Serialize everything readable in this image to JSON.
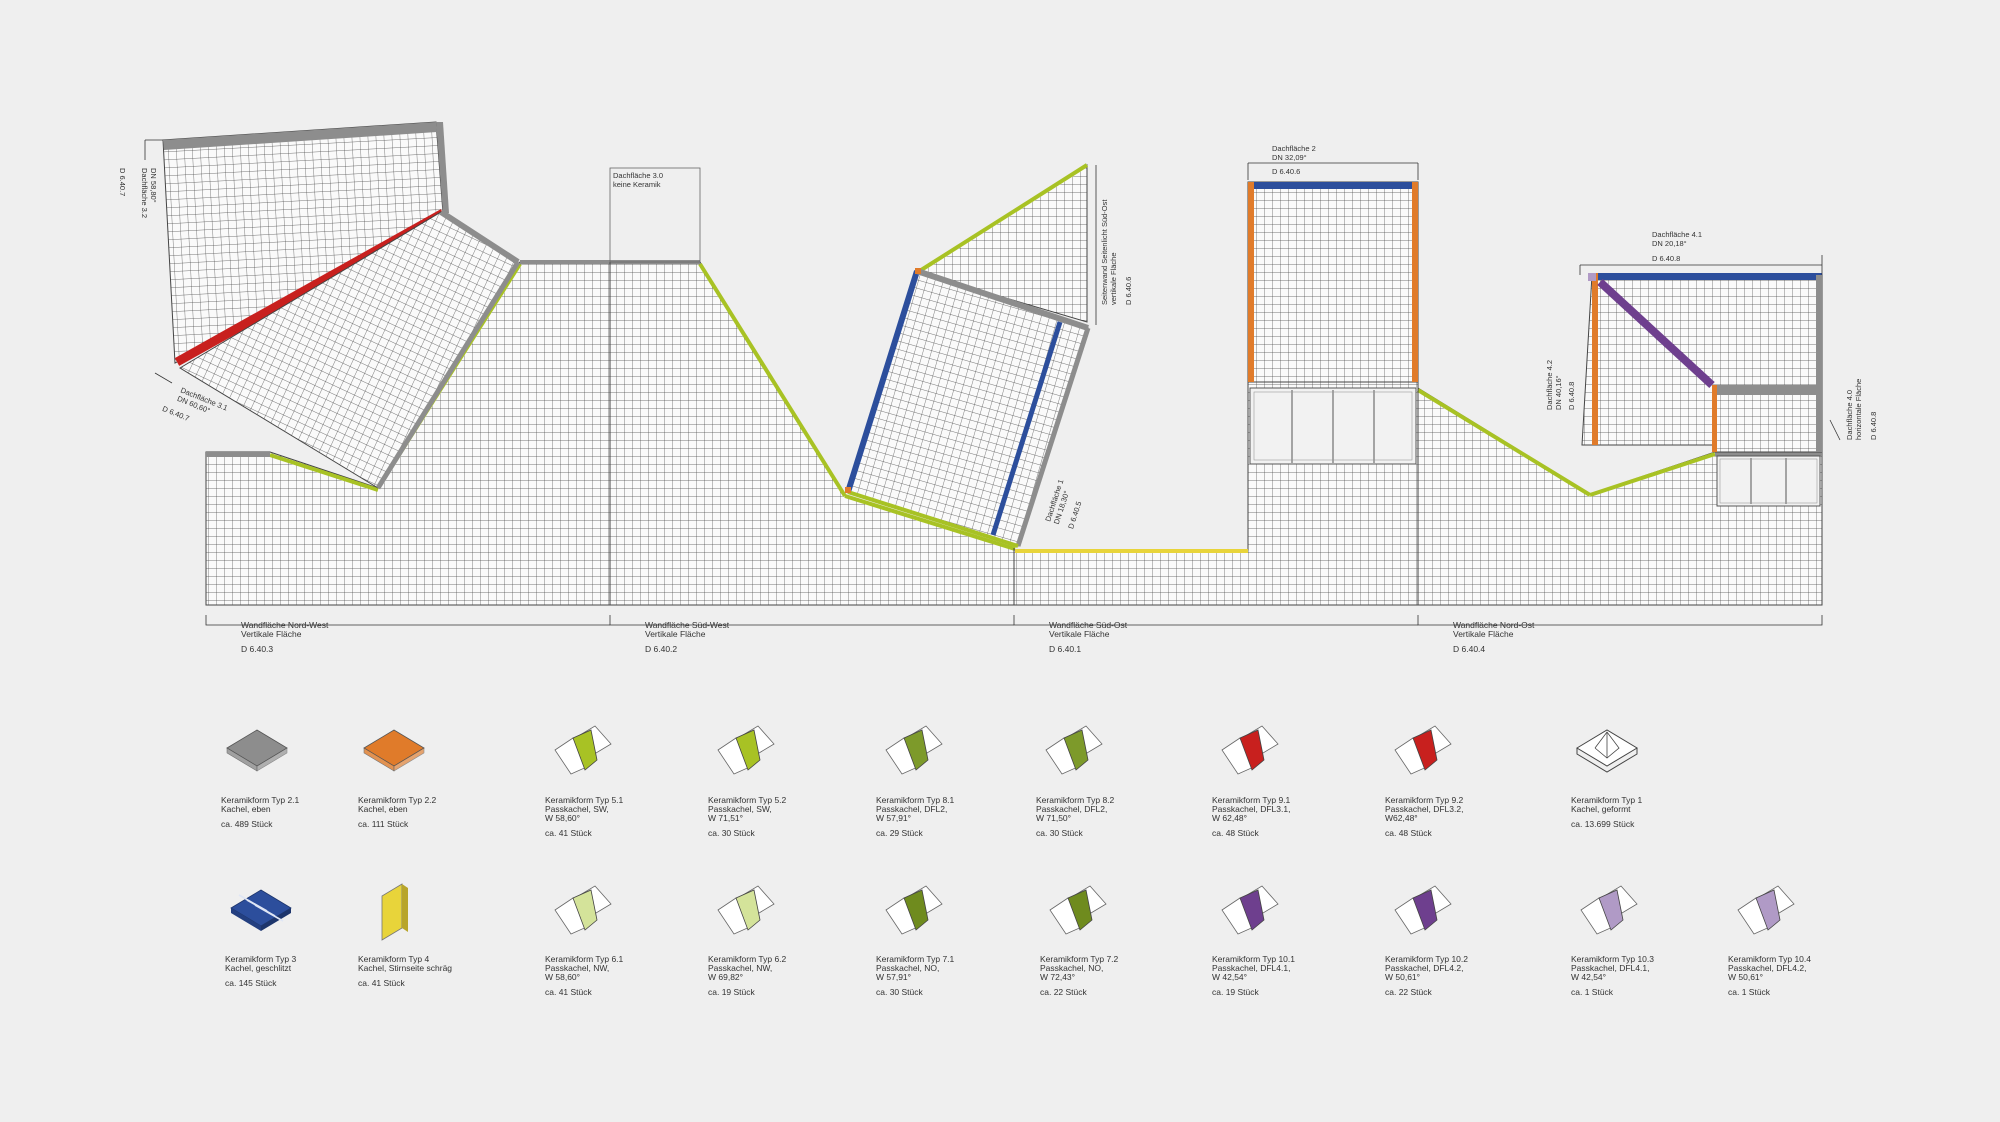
{
  "colors": {
    "background": "#efefef",
    "grid_line": "#555555",
    "grey": "#8d8d8d",
    "orange": "#e07b2a",
    "blue": "#2c4e9c",
    "green": "#a8c224",
    "olive": "#7d9a2a",
    "yellow": "#e8d43a",
    "red": "#c8201e",
    "purple": "#6e3f8e",
    "lilac": "#b09ac6"
  },
  "labels": {
    "wall_nw": "Wandfläche  Nord-West",
    "wall_nw_sub": "Vertikale Fläche",
    "wall_nw_code": "D 6.40.3",
    "wall_sw": "Wandfläche Süd-West",
    "wall_sw_sub": "Vertikale Fläche",
    "wall_sw_code": "D 6.40.2",
    "wall_so": "Wandfläche  Süd-Ost",
    "wall_so_sub": "Vertikale Fläche",
    "wall_so_code": "D 6.40.1",
    "wall_no": "Wandfläche  Nord-Ost",
    "wall_no_sub": "Vertikale Fläche",
    "wall_no_code": "D 6.40.4",
    "roof_32": "Dachfläche 3.2",
    "roof_32_dn": "DN 58,80°",
    "roof_32_code": "D 6.40.7",
    "roof_31": "Dachfläche 3.1",
    "roof_31_dn": "DN 60,60°",
    "roof_31_code": "D 6.40.7",
    "roof_30": "Dachfläche 3.0",
    "roof_30_sub": "keine Keramik",
    "side_so": "Seitenwand Seitenlicht Süd-Ost",
    "side_so_sub": "vertikale Fläche",
    "side_so_code": "D 6.40.6",
    "roof_1": "Dachfläche 1",
    "roof_1_dn": "DN 18,30°",
    "roof_1_code": "D 6.40.5",
    "roof_2": "Dachfläche 2",
    "roof_2_dn": "DN 32,09°",
    "roof_2_code": "D 6.40.6",
    "roof_41": "Dachfläche 4.1",
    "roof_41_dn": "DN 20,18°",
    "roof_41_code": "D 6.40.8",
    "roof_42": "Dachfläche 4.2",
    "roof_42_dn": "DN 40,16°",
    "roof_42_code": "D 6.40.8",
    "roof_40": "Dachfläche 4.0",
    "roof_40_sub": "horizontale Fläche",
    "roof_40_code": "D 6.40.8"
  },
  "legend": [
    {
      "name": "Keramikform Typ 2.1",
      "desc": [
        "Kachel, eben"
      ],
      "count": "ca. 489 Stück",
      "icon": "flat-tile-icon",
      "color": "#8d8d8d"
    },
    {
      "name": "Keramikform Typ 2.2",
      "desc": [
        "Kachel, eben"
      ],
      "count": "ca. 111 Stück",
      "icon": "flat-tile-icon",
      "color": "#e07b2a"
    },
    {
      "name": "Keramikform Typ 5.1",
      "desc": [
        "Passkachel, SW,",
        "W 58,60°"
      ],
      "count": "ca. 41 Stück",
      "icon": "fitting-tile-icon",
      "color": "#a8c224"
    },
    {
      "name": "Keramikform Typ 5.2",
      "desc": [
        "Passkachel, SW,",
        "W 71,51°"
      ],
      "count": "ca. 30 Stück",
      "icon": "fitting-tile-icon",
      "color": "#a8c224"
    },
    {
      "name": "Keramikform Typ 8.1",
      "desc": [
        "Passkachel, DFL2,",
        "W 57,91°"
      ],
      "count": "ca. 29 Stück",
      "icon": "fitting-tile-icon",
      "color": "#7d9a2a"
    },
    {
      "name": "Keramikform Typ 8.2",
      "desc": [
        "Passkachel, DFL2,",
        "W 71,50°"
      ],
      "count": "ca. 30 Stück",
      "icon": "fitting-tile-icon",
      "color": "#7d9a2a"
    },
    {
      "name": "Keramikform Typ 9.1",
      "desc": [
        "Passkachel, DFL3.1,",
        "W 62,48°"
      ],
      "count": "ca. 48 Stück",
      "icon": "fitting-tile-icon",
      "color": "#c8201e"
    },
    {
      "name": "Keramikform Typ 9.2",
      "desc": [
        "Passkachel, DFL3.2,",
        "W62,48°"
      ],
      "count": "ca. 48 Stück",
      "icon": "fitting-tile-icon",
      "color": "#c8201e"
    },
    {
      "name": "Keramikform Typ 1",
      "desc": [
        "Kachel, geformt"
      ],
      "count": "ca. 13.699 Stück",
      "icon": "shaped-tile-icon",
      "color": "#ffffff"
    },
    {
      "name": "Keramikform Typ 3",
      "desc": [
        "Kachel, geschlitzt"
      ],
      "count": "ca. 145 Stück",
      "icon": "slotted-tile-icon",
      "color": "#2c4e9c"
    },
    {
      "name": "Keramikform Typ 4",
      "desc": [
        "Kachel, Stirnseite schräg"
      ],
      "count": "ca. 41 Stück",
      "icon": "bevel-tile-icon",
      "color": "#e8d43a"
    },
    {
      "name": "Keramikform Typ 6.1",
      "desc": [
        "Passkachel, NW,",
        "W 58,60°"
      ],
      "count": "ca. 41 Stück",
      "icon": "fitting-tile-icon",
      "color": "#d4e39a"
    },
    {
      "name": "Keramikform Typ 6.2",
      "desc": [
        "Passkachel, NW,",
        "W 69,82°"
      ],
      "count": "ca. 19 Stück",
      "icon": "fitting-tile-icon",
      "color": "#d4e39a"
    },
    {
      "name": "Keramikform Typ 7.1",
      "desc": [
        "Passkachel, NO,",
        "W 57,91°"
      ],
      "count": "ca. 30 Stück",
      "icon": "fitting-tile-icon",
      "color": "#6f8b1e"
    },
    {
      "name": "Keramikform Typ 7.2",
      "desc": [
        "Passkachel, NO,",
        "W 72,43°"
      ],
      "count": "ca. 22 Stück",
      "icon": "fitting-tile-icon",
      "color": "#6f8b1e"
    },
    {
      "name": "Keramikform Typ 10.1",
      "desc": [
        "Passkachel, DFL4.1,",
        "W 42,54°"
      ],
      "count": "ca. 19 Stück",
      "icon": "fitting-tile-icon",
      "color": "#6e3f8e"
    },
    {
      "name": "Keramikform Typ 10.2",
      "desc": [
        "Passkachel, DFL4.2,",
        "W 50,61°"
      ],
      "count": "ca. 22 Stück",
      "icon": "fitting-tile-icon",
      "color": "#6e3f8e"
    },
    {
      "name": "Keramikform Typ 10.3",
      "desc": [
        "Passkachel, DFL4.1,",
        "W 42,54°"
      ],
      "count": "ca. 1 Stück",
      "icon": "fitting-tile-icon",
      "color": "#b09ac6"
    },
    {
      "name": "Keramikform Typ 10.4",
      "desc": [
        "Passkachel, DFL4.2,",
        "W 50,61°"
      ],
      "count": "ca. 1 Stück",
      "icon": "fitting-tile-icon",
      "color": "#b09ac6"
    }
  ]
}
